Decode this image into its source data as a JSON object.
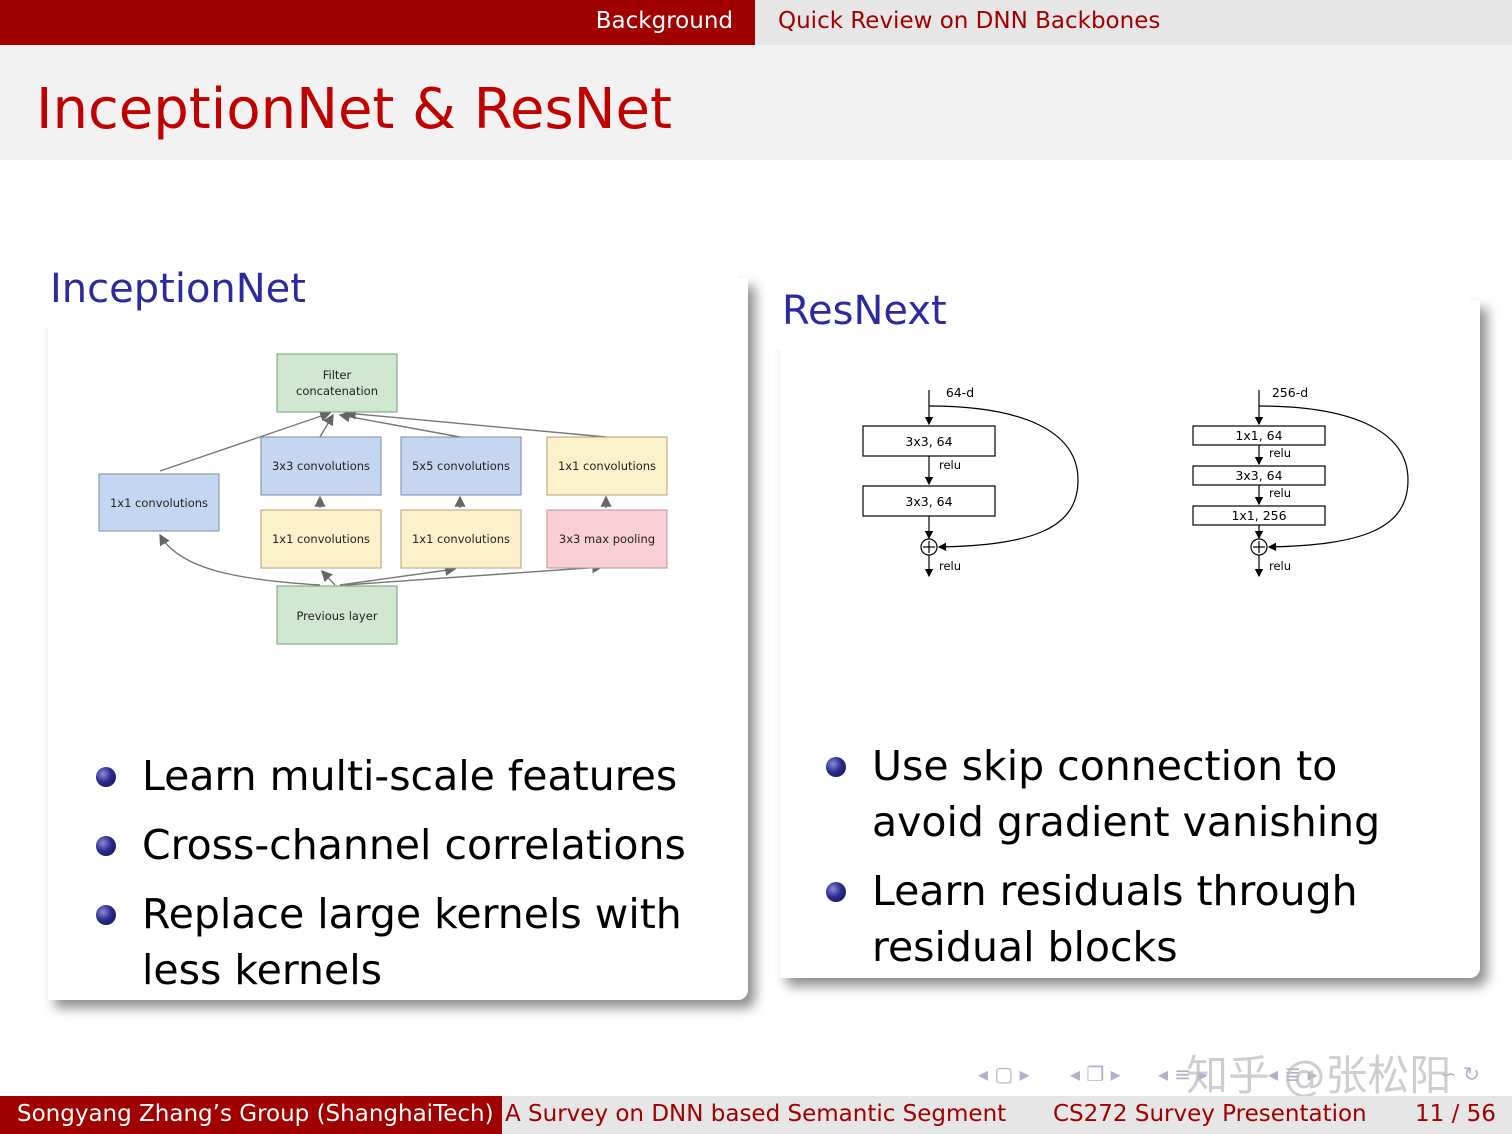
{
  "nav": {
    "section": "Background",
    "subsection": "Quick Review on DNN Backbones"
  },
  "frame_title": "InceptionNet & ResNet",
  "left": {
    "title": "InceptionNet",
    "diagram": {
      "filter_concat_line1": "Filter",
      "filter_concat_line2": "concatenation",
      "conv1x1_a": "1x1 convolutions",
      "conv3x3": "3x3 convolutions",
      "conv5x5": "5x5 convolutions",
      "conv1x1_b": "1x1 convolutions",
      "conv1x1_c": "1x1 convolutions",
      "conv1x1_d": "1x1 convolutions",
      "maxpool": "3x3 max pooling",
      "previous_layer": "Previous layer"
    },
    "bullets": [
      "Learn multi-scale features",
      "Cross-channel correlations",
      "Replace large kernels with less kernels"
    ]
  },
  "right": {
    "title": "ResNext",
    "diagram": {
      "block1": {
        "input": "64-d",
        "layer1": "3x3, 64",
        "relu1": "relu",
        "layer2": "3x3, 64",
        "relu_out": "relu"
      },
      "block2": {
        "input": "256-d",
        "layer1": "1x1, 64",
        "relu1": "relu",
        "layer2": "3x3, 64",
        "relu2": "relu",
        "layer3": "1x1, 256",
        "relu_out": "relu"
      }
    },
    "bullets": [
      "Use skip connection to avoid gradient vanishing",
      "Learn residuals through residual blocks"
    ]
  },
  "footer": {
    "author": "Songyang Zhang’s Group  (ShanghaiTech)",
    "title": "A Survey on DNN based Semantic Segmentation",
    "event": "CS272 Survey Presentation",
    "page": "11 / 56"
  },
  "watermark": "知乎 @张松阳",
  "colors": {
    "accent": "#a00000",
    "title_red": "#c00000",
    "block_title_blue": "#2b2b9e",
    "bar_gray": "#e6e6e6"
  },
  "icons": [
    "nav-first-icon",
    "nav-frame-icon",
    "nav-section-icon",
    "nav-subsection-icon",
    "nav-search-icon"
  ]
}
